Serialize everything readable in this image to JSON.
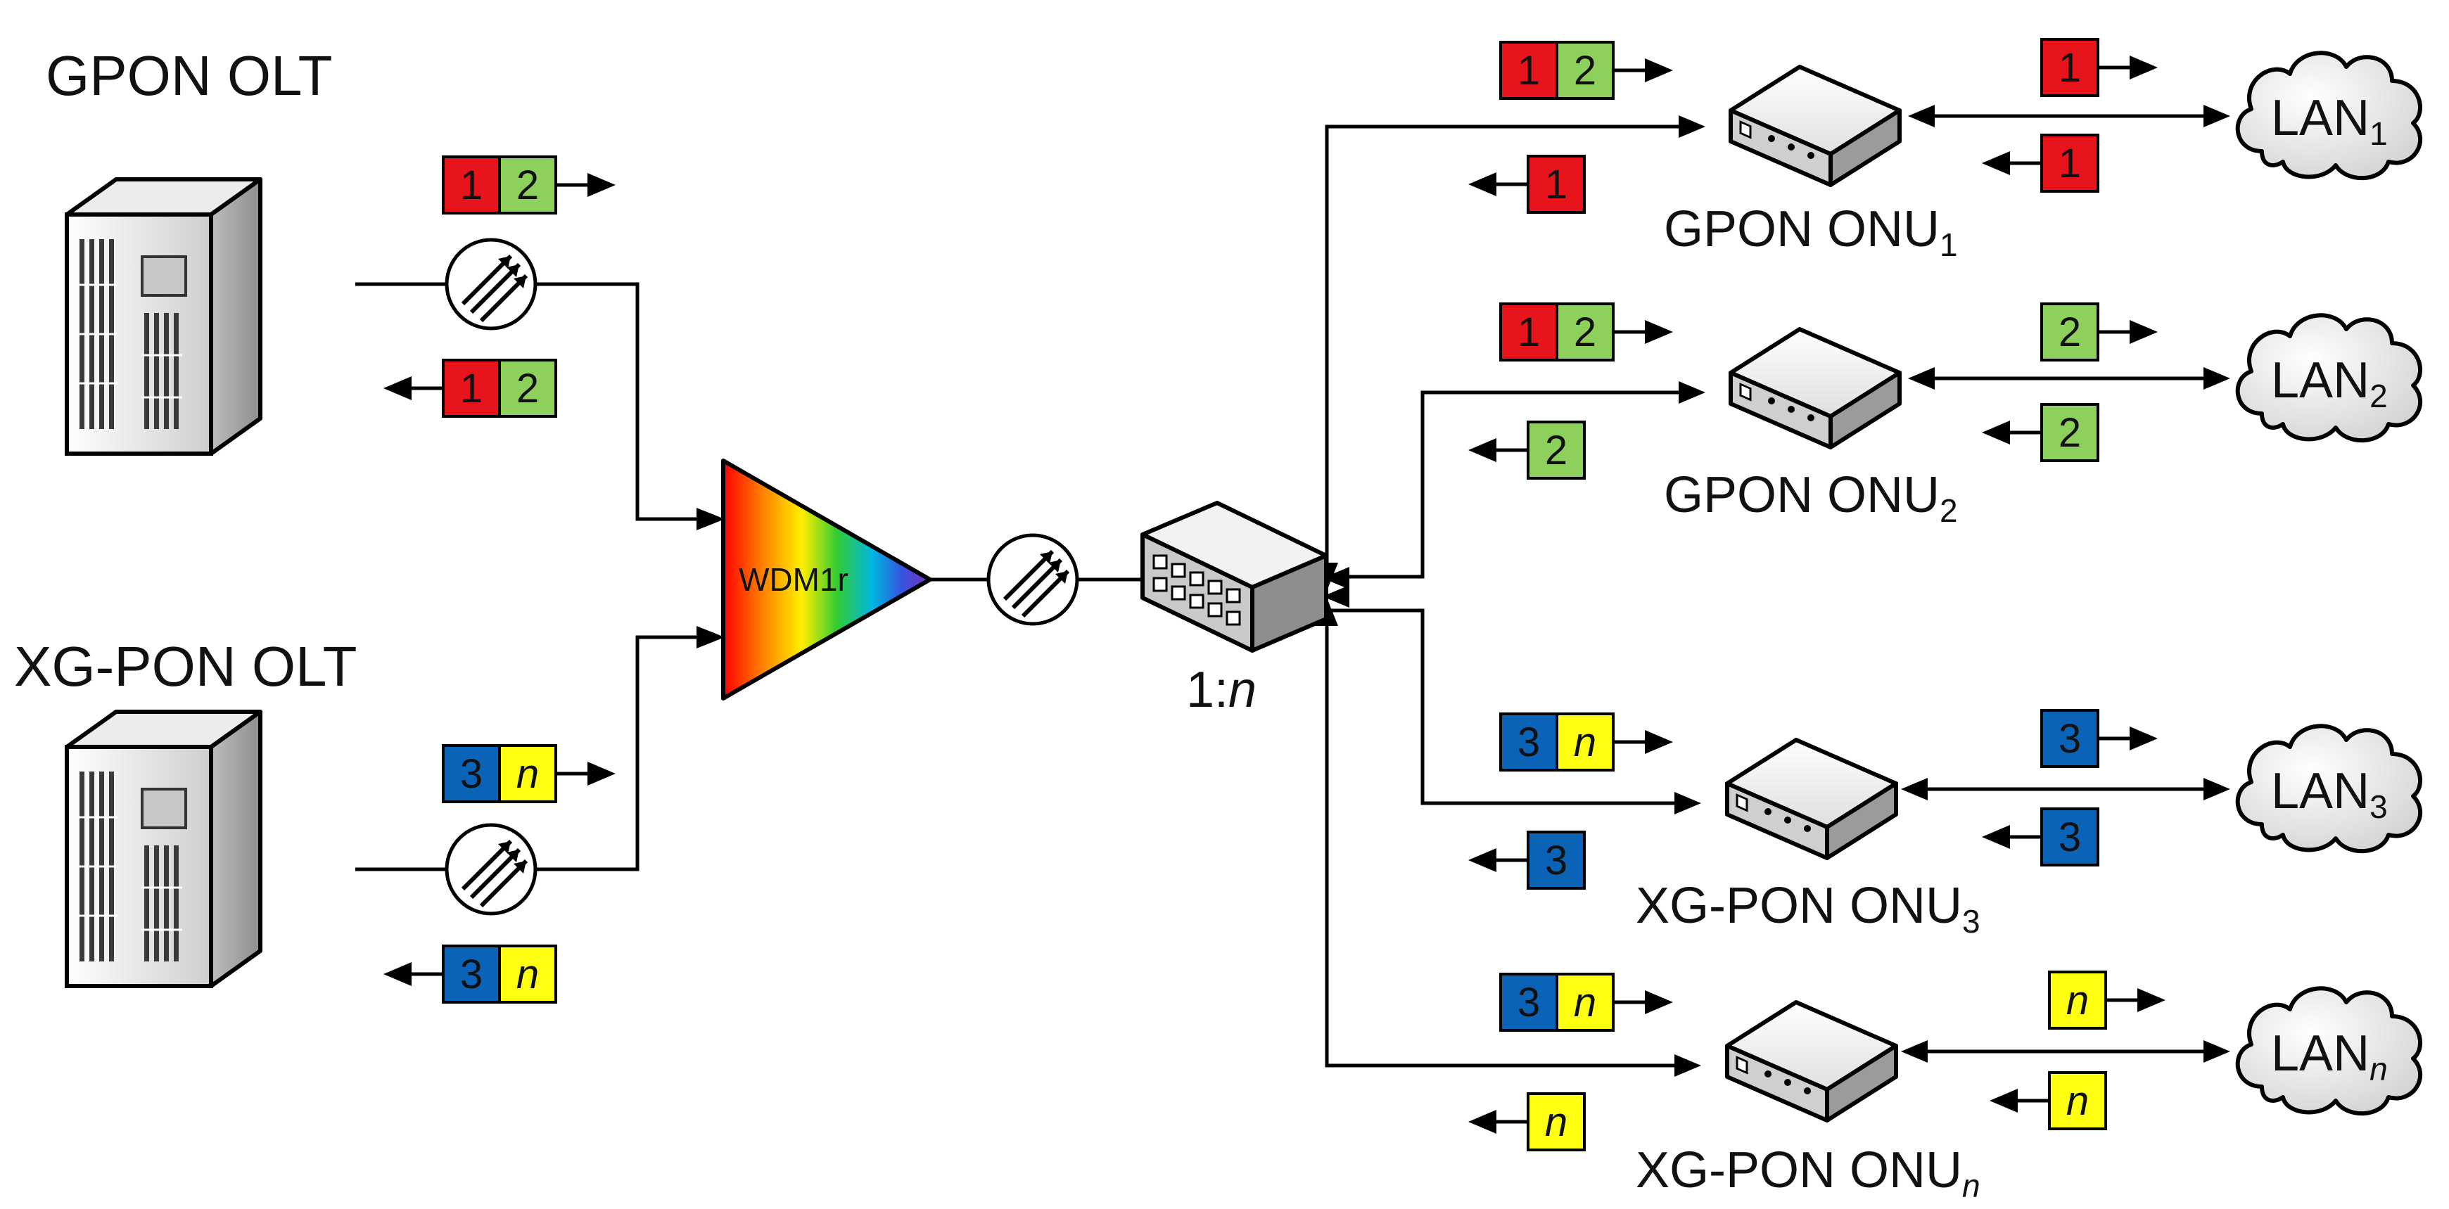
{
  "olts": {
    "gpon": {
      "label": "GPON OLT"
    },
    "xgpon": {
      "label": "XG-PON OLT"
    }
  },
  "wdm": {
    "label": "WDM1r"
  },
  "splitter": {
    "label_prefix": "1:",
    "label_n": "n"
  },
  "onus": [
    {
      "label": "GPON ONU",
      "sub": "1"
    },
    {
      "label": "GPON ONU",
      "sub": "2"
    },
    {
      "label": "XG-PON ONU",
      "sub": "3"
    },
    {
      "label": "XG-PON ONU",
      "sub": "n"
    }
  ],
  "lans": [
    {
      "label": "LAN",
      "sub": "1"
    },
    {
      "label": "LAN",
      "sub": "2"
    },
    {
      "label": "LAN",
      "sub": "3"
    },
    {
      "label": "LAN",
      "sub": "n"
    }
  ],
  "frame_labels": {
    "f1": "1",
    "f2": "2",
    "f3": "3",
    "fn": "n"
  },
  "colors": {
    "frame1": "#e8141b",
    "frame2": "#8dd15c",
    "frame3": "#0b63b8",
    "framen": "#ffff11",
    "line": "#000000"
  },
  "icons": {
    "olt": "server-tower-icon",
    "onu": "network-box-icon",
    "splitter": "switch-splitter-icon",
    "isolator": "circulator-icon",
    "lan": "cloud-icon"
  }
}
